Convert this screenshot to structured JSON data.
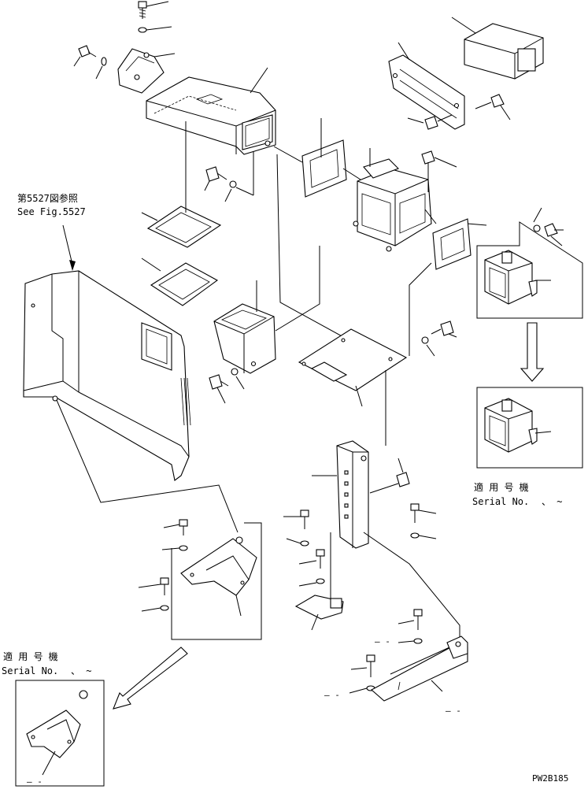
{
  "figure_code": "PW2B185",
  "reference_note": {
    "jp": "第5527図参照",
    "en": "See Fig.5527"
  },
  "serial_box_right": {
    "jp": "適 用 号 機",
    "en": "Serial No.",
    "marks": "、 ~"
  },
  "serial_box_left": {
    "jp": "適 用 号 機",
    "en": "Serial No.",
    "marks": "、 ~"
  },
  "callout_marks": [
    "– -",
    "– -",
    "– -",
    "– -",
    "– -"
  ],
  "icons": [
    "bolt-icon",
    "washer-icon",
    "gasket-icon",
    "duct-icon",
    "bracket-icon",
    "arrow-down-icon",
    "arrow-diagonal-icon"
  ]
}
